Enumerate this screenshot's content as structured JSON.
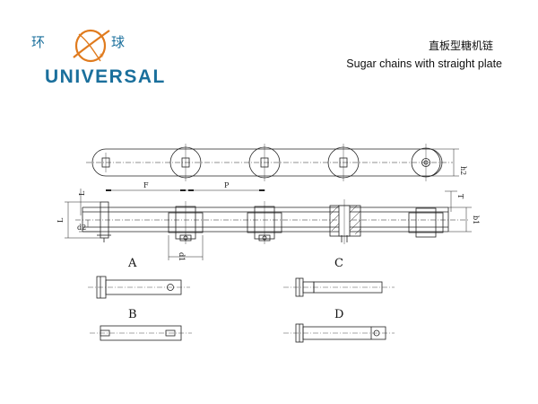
{
  "header": {
    "logo_cn_left": "环",
    "logo_cn_right": "球",
    "logo_en": "UNIVERSAL",
    "title_cn": "直板型糖机链",
    "title_en": "Sugar chains with straight plate"
  },
  "drawing": {
    "top_dims": {
      "F": "F",
      "P": "P",
      "h2": "h2"
    },
    "side_dims": {
      "L": "L",
      "L2": "L",
      "d2": "d2",
      "T": "T",
      "b1": "b1",
      "d1": "d1"
    },
    "pins": {
      "A": "A",
      "B": "B",
      "C": "C",
      "D": "D"
    }
  },
  "colors": {
    "brand": "#1a6f9c",
    "line": "#222222"
  }
}
